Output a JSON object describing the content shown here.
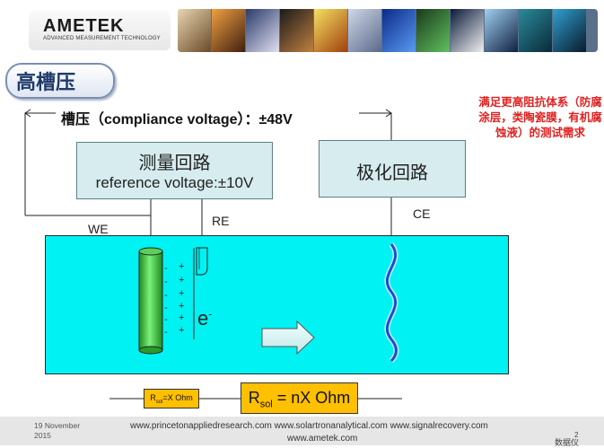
{
  "header": {
    "logo": "AMETEK",
    "tagline": "ADVANCED MEASUREMENT TECHNOLOGY"
  },
  "slide": {
    "title": "高槽压",
    "compliance_label": "槽压（compliance voltage）：±48V",
    "note": "满足更高阻抗体系（防腐涂层，类陶瓷膜，有机腐蚀液）的测试需求"
  },
  "diagram": {
    "measure_box": {
      "line1": "测量回路",
      "line2": "reference voltage:±10V"
    },
    "polar_box": {
      "label": "极化回路"
    },
    "electrodes": {
      "we": "WE",
      "re": "RE",
      "ce": "CE"
    },
    "electron_label": "e",
    "electron_sup": "-",
    "charge_signs": {
      "minus": "-",
      "plus": "+"
    },
    "resistance": {
      "small_R": "R",
      "small_sub": "sol",
      "small_value": "=X Ohm",
      "big_R": "R",
      "big_sub": "sol",
      "big_value": " = nX Ohm"
    }
  },
  "footer": {
    "date": "19 November 2015",
    "links": "www.princetonappliedresearch.com   www.solartronanalytical.com   www.signalrecovery.com",
    "link2": "www.ametek.com",
    "page": "2",
    "corner": "数据仪"
  },
  "colors": {
    "tank": "#00f2f2",
    "electrode": "#3cd23c",
    "counter_electrode": "#1a4fd0",
    "resistor": "#ffc000",
    "note_red": "#e02020",
    "title_blue": "#1f3a6b"
  }
}
